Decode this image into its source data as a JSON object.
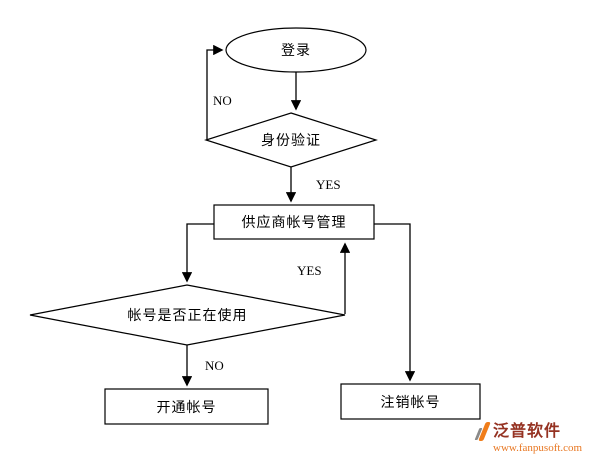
{
  "diagram": {
    "nodes": {
      "login": {
        "label": "登录",
        "shape": "ellipse"
      },
      "verify": {
        "label": "身份验证",
        "shape": "diamond"
      },
      "supplier": {
        "label": "供应商帐号管理",
        "shape": "rect"
      },
      "in_use": {
        "label": "帐号是否正在使用",
        "shape": "diamond"
      },
      "open_account": {
        "label": "开通帐号",
        "shape": "rect"
      },
      "cancel_account": {
        "label": "注销帐号",
        "shape": "rect"
      }
    },
    "edge_labels": {
      "verify_no": "NO",
      "verify_yes": "YES",
      "in_use_yes": "YES",
      "in_use_no": "NO"
    }
  },
  "logo": {
    "brand": "泛普软件",
    "url": "www.fanpusoft.com"
  },
  "colors": {
    "line": "#000000",
    "node_fill": "#ffffff",
    "brand_text": "#953222",
    "brand_accent": "#f07d1a"
  }
}
